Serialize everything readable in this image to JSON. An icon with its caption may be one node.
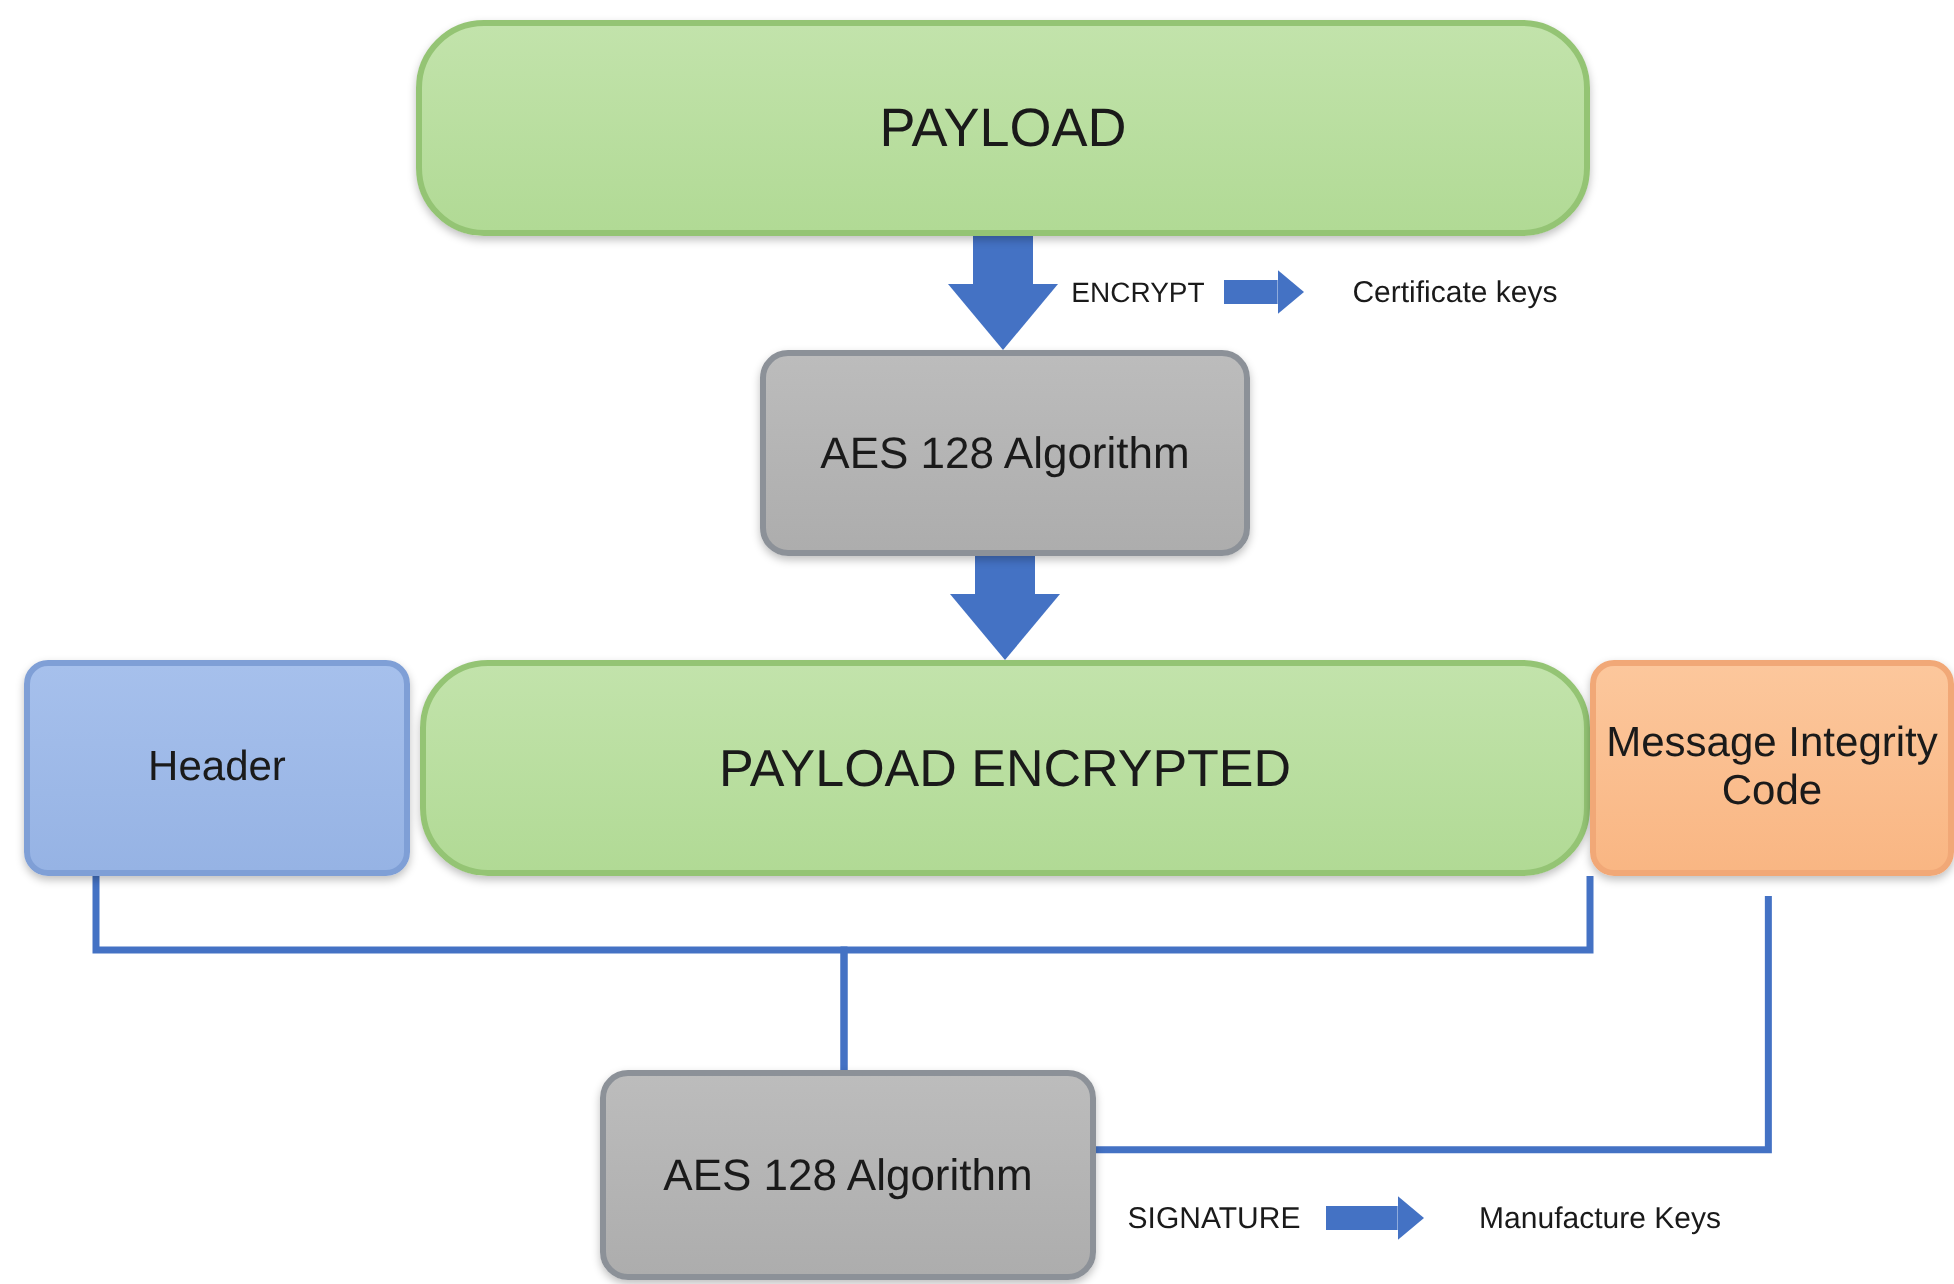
{
  "diagram": {
    "nodes": [
      {
        "text": [
          "PAYLOAD"
        ]
      },
      {
        "text": [
          "AES 128 Algorithm"
        ]
      },
      {
        "text": [
          "Header"
        ]
      },
      {
        "text": [
          "PAYLOAD ENCRYPTED"
        ]
      },
      {
        "text": [
          "Message Integrity Code"
        ]
      },
      {
        "text": [
          "AES 128 Algorithm"
        ]
      },
      {
        "text": [
          "ENCRYPT"
        ]
      },
      {
        "text": [
          "Certificate keys"
        ]
      },
      {
        "text": [
          "SIGNATURE"
        ]
      },
      {
        "text": [
          "Manufacture Keys"
        ]
      }
    ],
    "edges": [
      {
        "from": 0,
        "to": 1,
        "arrow": "to",
        "style": "thick"
      },
      {
        "from": 1,
        "to": 3,
        "arrow": "to",
        "style": "thick"
      },
      {
        "from": 6,
        "to": 7,
        "arrow": "to"
      },
      {
        "from": 2,
        "to": 5,
        "arrow": "none"
      },
      {
        "from": 3,
        "to": 5,
        "arrow": "none"
      },
      {
        "from": 4,
        "to": 5,
        "arrow": "none"
      },
      {
        "from": 8,
        "to": 9,
        "arrow": "to"
      }
    ]
  }
}
